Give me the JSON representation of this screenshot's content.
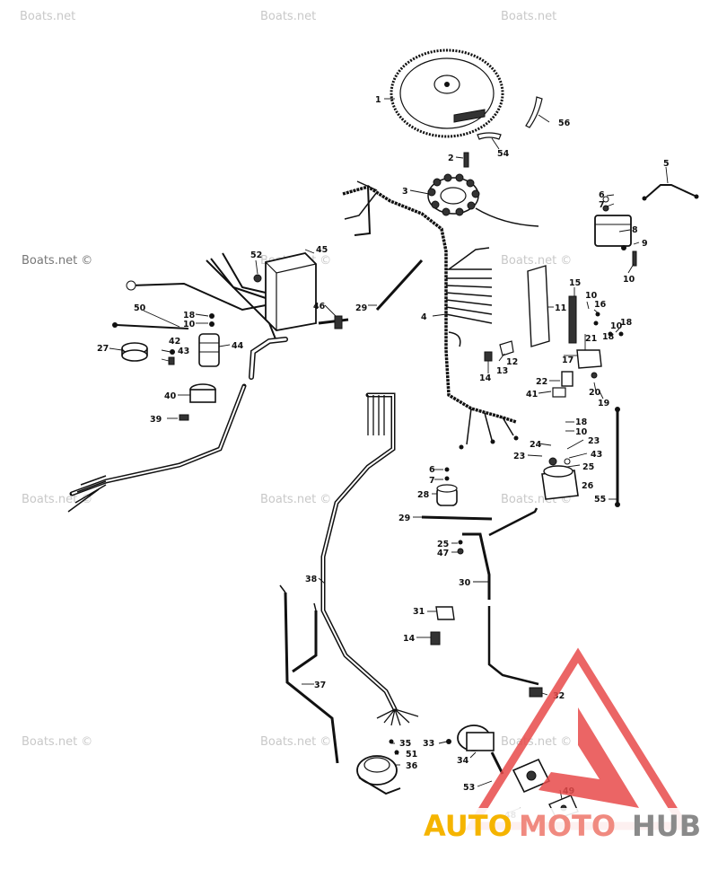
{
  "watermark": {
    "text": "Boats.net",
    "text_with_symbol": "Boats.net ©"
  },
  "logo": {
    "auto": "AUTO",
    "moto": "MOTO",
    "hub": "HUB",
    "colors": {
      "auto": "#f5b400",
      "moto": "#f08a80",
      "hub": "#8a8a8a",
      "triangle": "#e84a4a"
    }
  },
  "callouts": {
    "c1": "1",
    "c2": "2",
    "c3": "3",
    "c4": "4",
    "c5": "5",
    "c6a": "6",
    "c7a": "7",
    "c8": "8",
    "c9": "9",
    "c10a": "10",
    "c15": "15",
    "c10b": "10",
    "c16": "16",
    "c11": "11",
    "c10c": "10",
    "c18a": "18",
    "c18b": "18",
    "c21": "21",
    "c12": "12",
    "c13": "13",
    "c14a": "14",
    "c17": "17",
    "c22": "22",
    "c20": "20",
    "c41": "41",
    "c19": "19",
    "c18c": "18",
    "c10d": "10",
    "c23a": "23",
    "c24": "24",
    "c43a": "43",
    "c23b": "23",
    "c25a": "25",
    "c26": "26",
    "c55": "55",
    "c6b": "6",
    "c7b": "7",
    "c28": "28",
    "c29b": "29",
    "c25b": "25",
    "c47": "47",
    "c30": "30",
    "c31": "31",
    "c14b": "14",
    "c32": "32",
    "c52": "52",
    "c45": "45",
    "c46": "46",
    "c29a": "29",
    "c50": "50",
    "c18d": "18",
    "c10e": "10",
    "c27": "27",
    "c42": "42",
    "c43b": "43",
    "c44": "44",
    "c40": "40",
    "c39": "39",
    "c38": "38",
    "c37": "37",
    "c33": "33",
    "c35": "35",
    "c51": "51",
    "c36": "36",
    "c34": "34",
    "c53": "53",
    "c48": "48",
    "c49": "49",
    "c54": "54",
    "c56": "56"
  }
}
